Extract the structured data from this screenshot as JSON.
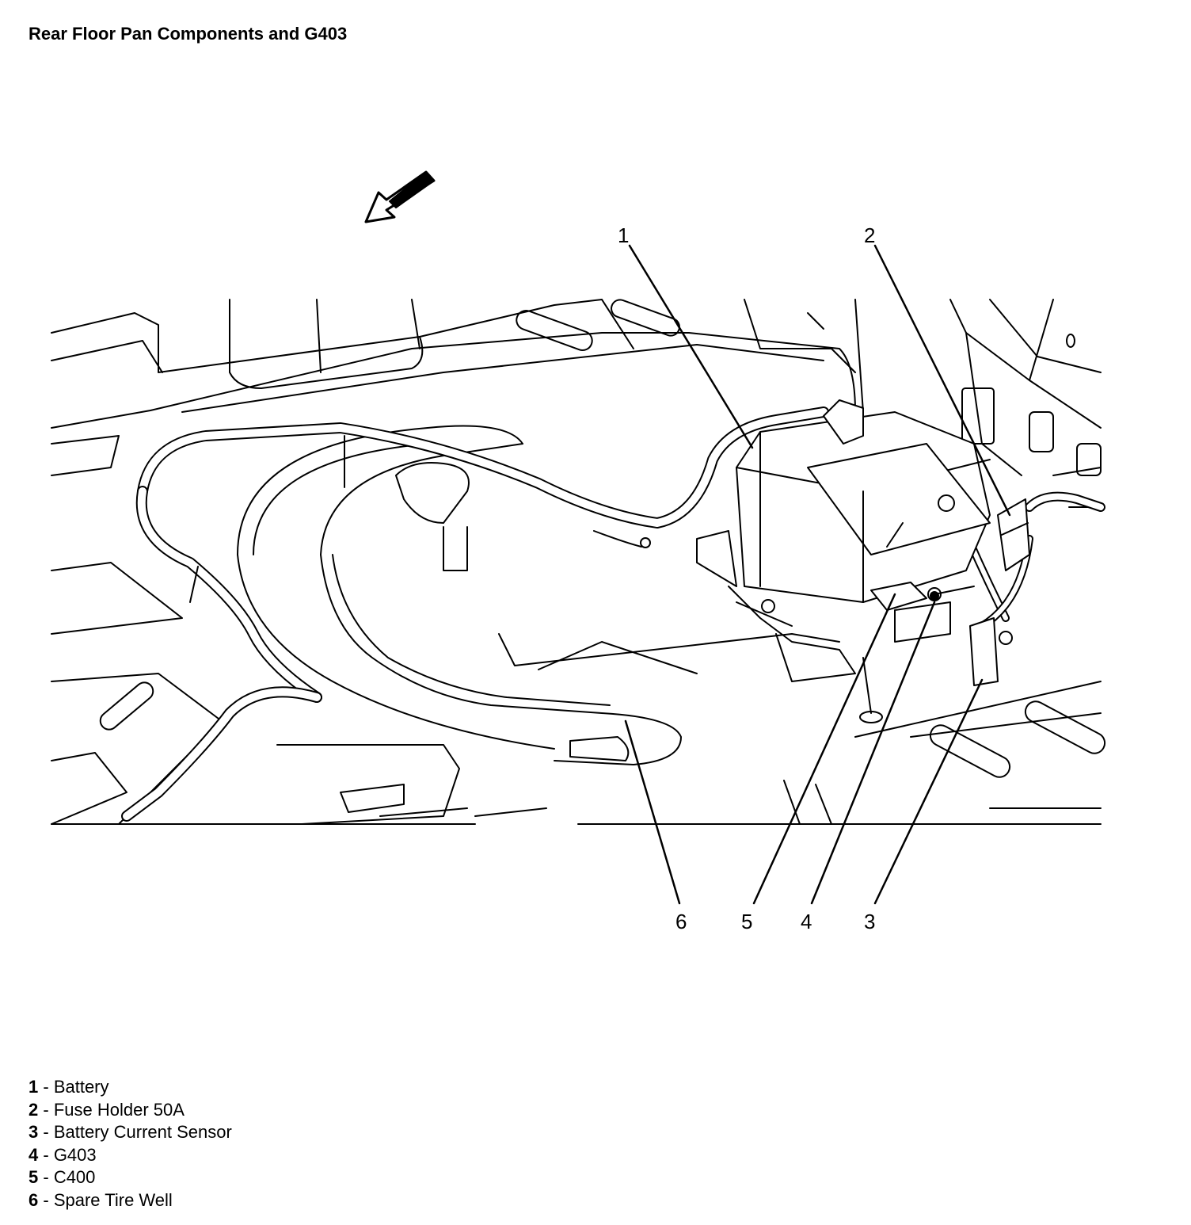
{
  "title": "Rear Floor Pan Components and G403",
  "colors": {
    "ink": "#000000",
    "paper": "#ffffff"
  },
  "icons": {
    "direction_arrow": "front-direction-arrow-icon"
  },
  "callouts": [
    "1",
    "2",
    "3",
    "4",
    "5",
    "6"
  ],
  "legend": [
    {
      "num": "1",
      "sep": " - ",
      "label": "Battery"
    },
    {
      "num": "2",
      "sep": " - ",
      "label": "Fuse Holder 50A"
    },
    {
      "num": "3",
      "sep": " - ",
      "label": "Battery Current Sensor"
    },
    {
      "num": "4",
      "sep": " - ",
      "label": "G403"
    },
    {
      "num": "5",
      "sep": " - ",
      "label": "C400"
    },
    {
      "num": "6",
      "sep": " - ",
      "label": "Spare Tire Well"
    }
  ]
}
